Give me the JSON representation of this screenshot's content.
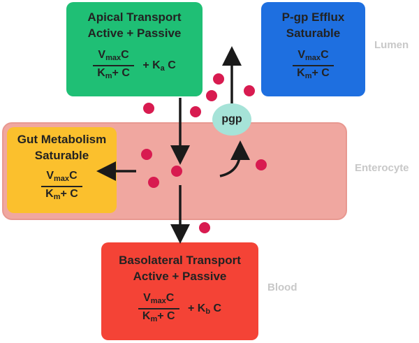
{
  "apical": {
    "line1": "Apical Transport",
    "line2": "Active + Passive",
    "vmax": "max",
    "c": "C",
    "km": "m",
    "plus_c": "+ C",
    "extra_k": "+ K",
    "extra_sub": "a",
    "extra_c": "C"
  },
  "pgp_box": {
    "line1": "P-gp Efflux",
    "line2": "Saturable",
    "vmax": "max",
    "c": "C",
    "km": "m",
    "plus_c": "+ C"
  },
  "gut": {
    "line1": "Gut Metabolism",
    "line2": "Saturable",
    "vmax": "max",
    "c": "C",
    "km": "m",
    "plus_c": "+ C"
  },
  "baso": {
    "line1": "Basolateral Transport",
    "line2": "Active + Passive",
    "vmax": "max",
    "c": "C",
    "km": "m",
    "plus_c": "+ C",
    "extra_k": "+ K",
    "extra_sub": "b",
    "extra_c": "C"
  },
  "pgp_label": "pgp",
  "regions": {
    "lumen": "Lumen",
    "enterocyte": "Enterocyte",
    "blood": "Blood"
  },
  "V": "V",
  "K": "K",
  "colors": {
    "apical": "#1fbf75",
    "pgp_box": "#1e6fe0",
    "gut": "#fbc02d",
    "baso": "#f44336",
    "enterocyte": "#f0a7a0",
    "enterocyte_border": "#e89890",
    "pgp": "#a6e3d8",
    "drug": "#d81b50"
  }
}
